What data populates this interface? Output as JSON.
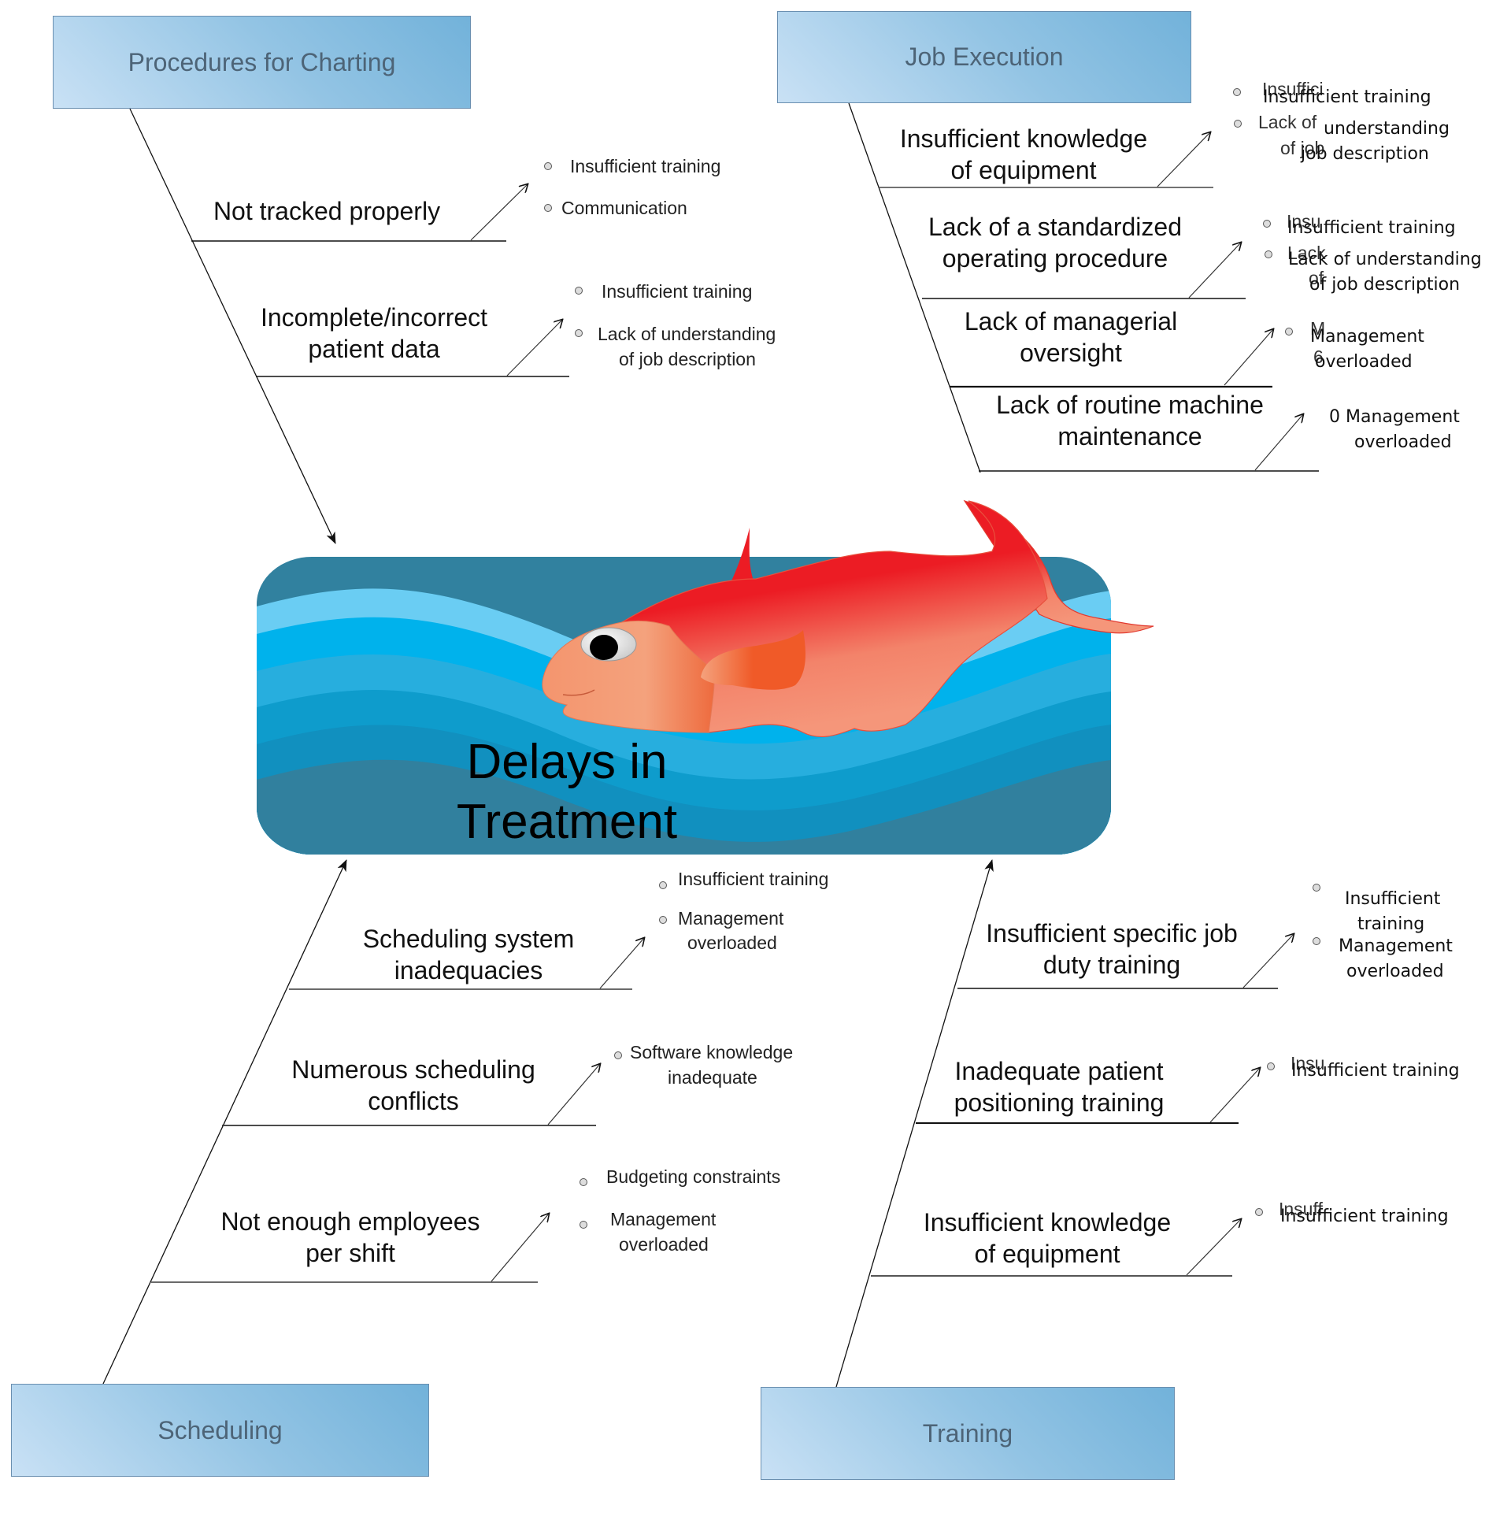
{
  "effect": {
    "line1": "Delays in",
    "line2": "Treatment"
  },
  "colors": {
    "box_gradient_dark": "#72b2da",
    "box_gradient_light": "#c9e1f5",
    "water_dark": "#31819f",
    "water_light": "#6acdf3",
    "water_bright": "#00b2ec",
    "fish_red": "#ec1c24",
    "fish_orange": "#f4966f"
  },
  "categories": {
    "procedures": {
      "title": "Procedures for Charting",
      "causes": [
        {
          "label_lines": [
            "Not tracked properly"
          ],
          "subs": [
            "Insufficient training",
            "Communication"
          ]
        },
        {
          "label_lines": [
            "Incomplete/incorrect",
            "patient data"
          ],
          "subs": [
            "Insufficient training",
            "Lack of understanding",
            "of job description"
          ]
        }
      ]
    },
    "job_execution": {
      "title": "Job Execution",
      "causes": [
        {
          "label_lines": [
            "Insufficient knowledge",
            "of equipment"
          ],
          "subs": [
            "Insufficient training",
            "Lack of",
            "understanding",
            "of job",
            "job description"
          ],
          "overlay": [
            "Insuffici",
            "Lack of",
            "of job"
          ]
        },
        {
          "label_lines": [
            "Lack of a standardized",
            "operating procedure"
          ],
          "subs": [
            "Insufficient training",
            "Lack of understanding",
            "of job description"
          ],
          "overlay": [
            "Insu",
            "Lack",
            "of"
          ]
        },
        {
          "label_lines": [
            "Lack of managerial",
            "oversight"
          ],
          "subs": [
            "Management",
            "overloaded"
          ],
          "overlay": [
            "M",
            "6"
          ]
        },
        {
          "label_lines": [
            "Lack of routine machine",
            "maintenance"
          ],
          "subs": [
            "0 Management",
            "overloaded"
          ]
        }
      ]
    },
    "scheduling": {
      "title": "Scheduling",
      "causes": [
        {
          "label_lines": [
            "Scheduling system",
            "inadequacies"
          ],
          "subs": [
            "Insufficient training",
            "Management",
            "overloaded"
          ]
        },
        {
          "label_lines": [
            "Numerous scheduling",
            "conflicts"
          ],
          "subs": [
            "Software knowledge",
            "inadequate"
          ]
        },
        {
          "label_lines": [
            "Not enough employees",
            "per shift"
          ],
          "subs": [
            "Budgeting constraints",
            "Management",
            "overloaded"
          ]
        }
      ]
    },
    "training": {
      "title": "Training",
      "causes": [
        {
          "label_lines": [
            "Insufficient specific job",
            "duty training"
          ],
          "subs": [
            "Insufficient",
            "training",
            "Management",
            "overloaded"
          ]
        },
        {
          "label_lines": [
            "Inadequate patient",
            "positioning training"
          ],
          "subs": [
            "Insufficient training"
          ],
          "overlay": [
            "Insu"
          ]
        },
        {
          "label_lines": [
            "Insufficient knowledge",
            "of equipment"
          ],
          "subs": [
            "Insufficient training"
          ],
          "overlay": [
            "Insuff"
          ]
        }
      ]
    }
  }
}
